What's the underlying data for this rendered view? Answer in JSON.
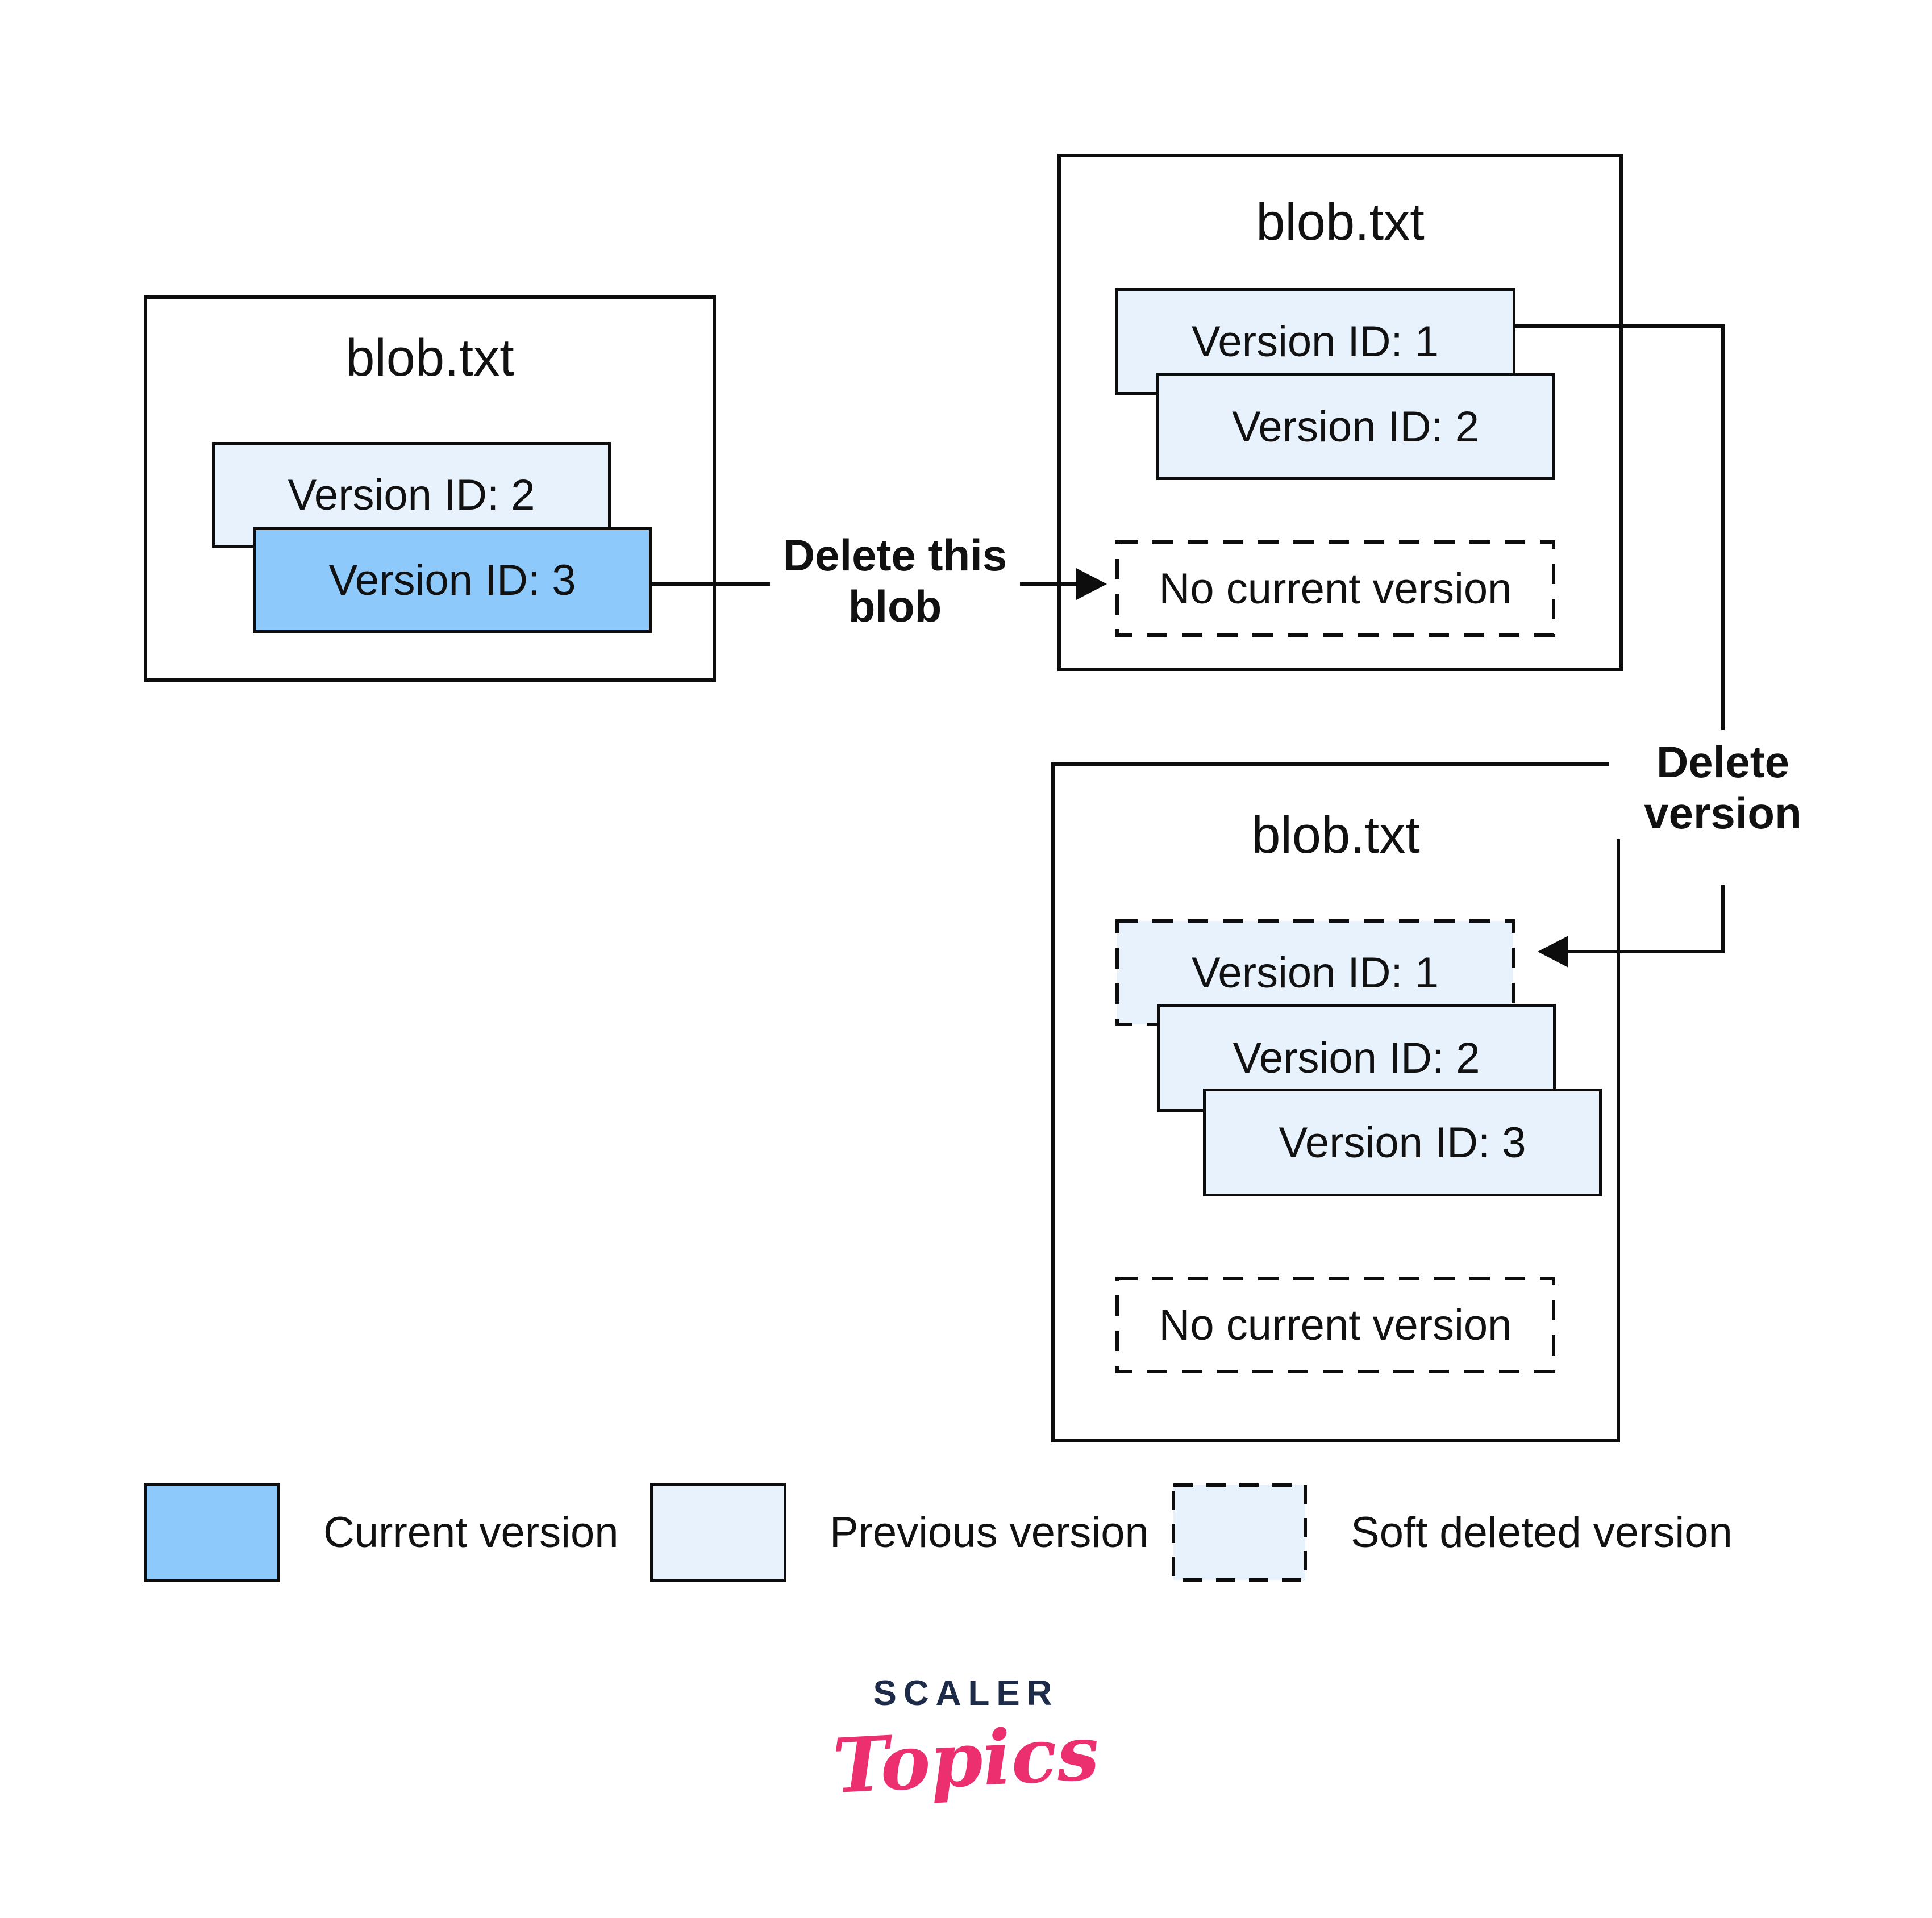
{
  "colors": {
    "ink": "#0d0d0d",
    "background": "#ffffff",
    "current_fill": "#8dc9fb",
    "previous_fill": "#e7f2fd",
    "logo_navy": "#1d2b49",
    "logo_pink": "#ec2f6e"
  },
  "boxes": {
    "initial": {
      "title": "blob.txt",
      "versions": [
        {
          "label": "Version ID: 2",
          "state": "previous"
        },
        {
          "label": "Version ID: 3",
          "state": "current"
        }
      ]
    },
    "after_delete_blob": {
      "title": "blob.txt",
      "versions": [
        {
          "label": "Version ID: 1",
          "state": "previous"
        },
        {
          "label": "Version ID: 2",
          "state": "previous"
        }
      ],
      "placeholder": "No current version"
    },
    "after_delete_version": {
      "title": "blob.txt",
      "versions": [
        {
          "label": "Version ID: 1",
          "state": "soft_deleted"
        },
        {
          "label": "Version ID: 2",
          "state": "previous"
        },
        {
          "label": "Version ID: 3",
          "state": "previous"
        }
      ],
      "placeholder": "No current version"
    }
  },
  "arrows": {
    "delete_blob": "Delete this\nblob",
    "delete_version": "Delete\nversion"
  },
  "legend": [
    {
      "label": "Current version",
      "state": "current"
    },
    {
      "label": "Previous version",
      "state": "previous"
    },
    {
      "label": "Soft deleted version",
      "state": "soft_deleted"
    }
  ],
  "logo": {
    "primary": "SCALER",
    "secondary": "Topics"
  }
}
